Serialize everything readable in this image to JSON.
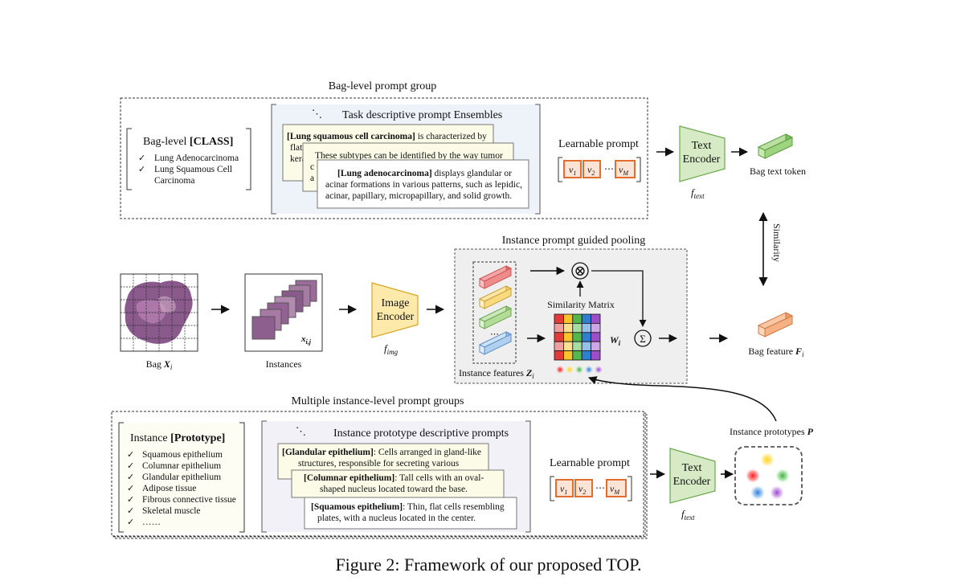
{
  "caption": "Figure 2: Framework of our proposed TOP.",
  "bag_group": {
    "title": "Bag-level prompt group",
    "class_box": {
      "title_prefix": "Bag-level ",
      "title_bold": "[CLASS]",
      "items": [
        "Lung Adenocarcinoma",
        "Lung Squamous Cell",
        "Carcinoma"
      ]
    },
    "ensembles": {
      "dots": "⋱",
      "title": "Task descriptive prompt Ensembles",
      "card1": {
        "bold": "[Lung squamous cell carcinoma]",
        "text": " is characterized by",
        "line2": "flat",
        "line3": "kera"
      },
      "card2": {
        "line1": "These subtypes can be identified by the way tumor",
        "line2": "c",
        "line3": "a"
      },
      "card3": {
        "bold": "[Lung adenocarcinoma]",
        "text": " displays glandular or",
        "line2": "acinar formations in various patterns, such as lepidic,",
        "line3": "acinar, papillary, micropapillary, and solid growth."
      }
    },
    "learnable_prompt": "Learnable prompt",
    "tokens": [
      "v",
      "1",
      "v",
      "2",
      "⋯",
      "v",
      "M"
    ]
  },
  "text_encoder_top": {
    "line1": "Text",
    "line2": "Encoder",
    "func": "f",
    "func_sub": "text"
  },
  "bag_text_token": "Bag text token",
  "similarity": "Similarity",
  "bag": {
    "label": "Bag ",
    "var": "X",
    "sub": "i"
  },
  "instances": {
    "label": "Instances",
    "var": "x",
    "sub": "i,j"
  },
  "image_encoder": {
    "line1": "Image",
    "line2": "Encoder",
    "func": "f",
    "func_sub": "img"
  },
  "pooling": {
    "title": "Instance prompt guided pooling",
    "sim_matrix": "Similarity Matrix",
    "weights": {
      "var": "W",
      "sub": "i"
    },
    "otimes": "⊗",
    "sum": "Σ",
    "feat_label": "Instance features ",
    "feat_var": "Z",
    "feat_sub": "i",
    "dots": "⋯",
    "matrix_colors": [
      [
        "#e23b3b",
        "#f7c52a",
        "#52b84e",
        "#2f7fd1",
        "#9a4fc6"
      ],
      [
        "#f0a0a0",
        "#fbe08f",
        "#a6dca3",
        "#93bfe8",
        "#cda7e3"
      ],
      [
        "#e23b3b",
        "#f7c52a",
        "#52b84e",
        "#2f7fd1",
        "#9a4fc6"
      ],
      [
        "#f0a0a0",
        "#fbe08f",
        "#a6dca3",
        "#93bfe8",
        "#cda7e3"
      ],
      [
        "#e23b3b",
        "#f7c52a",
        "#52b84e",
        "#2f7fd1",
        "#9a4fc6"
      ]
    ]
  },
  "bag_feature": {
    "label": "Bag feature ",
    "var": "F",
    "sub": "i"
  },
  "instance_prototypes": {
    "label": "Instance prototypes ",
    "var": "P"
  },
  "instance_group": {
    "title": "Multiple instance-level prompt groups",
    "proto_box": {
      "title_prefix": "Instance ",
      "title_bold": "[Prototype]",
      "items": [
        "Squamous epithelium",
        "Columnar epithelium",
        "Glandular epithelium",
        "Adipose tissue",
        "Fibrous connective tissue",
        "Skeletal muscle",
        "……"
      ]
    },
    "descriptive": {
      "dots": "⋱",
      "title": "Instance prototype descriptive prompts",
      "card1": {
        "bold": "[Glandular epithelium]",
        "text": ": Cells arranged in gland-like",
        "line2": "structures, responsible for secreting various"
      },
      "card2": {
        "bold": "[Columnar epithelium]",
        "text": ": Tall cells with an oval-",
        "line2": "shaped nucleus located toward the base."
      },
      "card3": {
        "bold": "[Squamous epithelium]",
        "text": ": Thin, flat cells resembling",
        "line2": "plates, with a nucleus located in the center."
      }
    },
    "learnable_prompt": "Learnable prompt",
    "tokens": [
      "v",
      "1",
      "v",
      "2",
      "⋯",
      "v",
      "M"
    ]
  },
  "text_encoder_bottom": {
    "line1": "Text",
    "line2": "Encoder",
    "func": "f",
    "func_sub": "text"
  },
  "colors": {
    "green": "#d6ebc5",
    "green_stroke": "#6aa84f",
    "yellow": "#fde9a9",
    "yellow_stroke": "#d6a422",
    "orange_token": "#e36c2f",
    "token_fill": "#fbe4d6",
    "gray_panel": "#efefef",
    "blue_panel": "#eef3fa",
    "lilac_panel": "#f3f1f8",
    "card_fill": "#fbfbe8",
    "tissue": "#8a5a8c"
  }
}
